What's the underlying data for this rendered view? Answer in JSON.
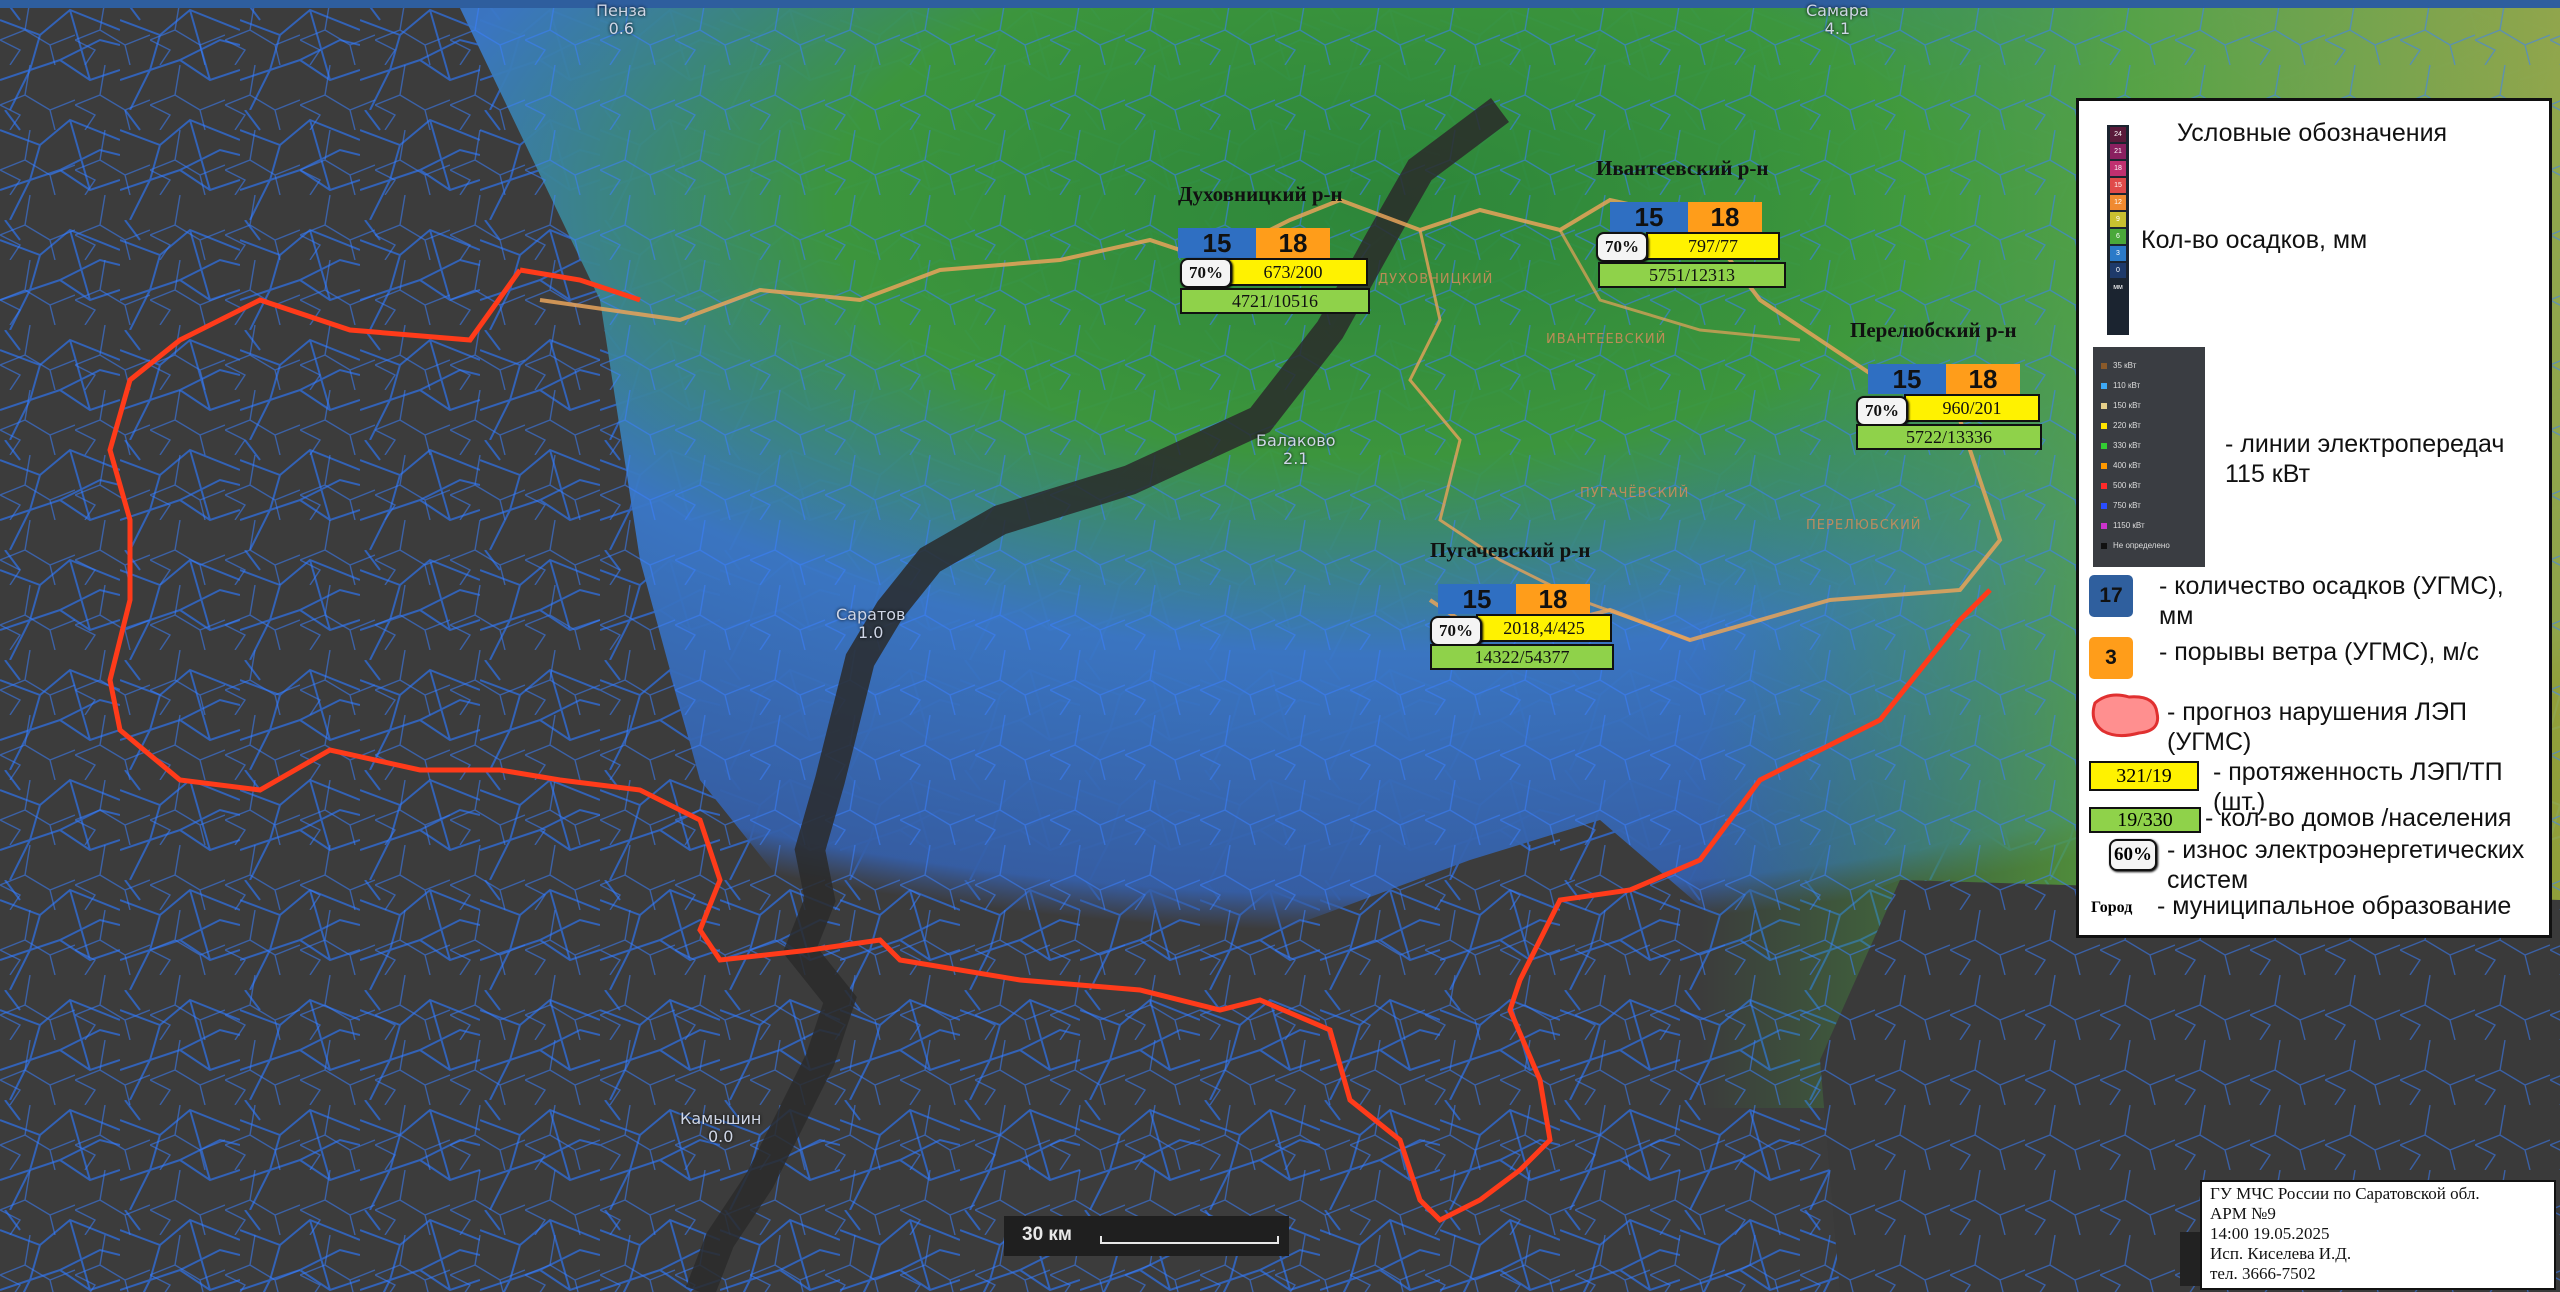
{
  "cities": [
    {
      "name": "Пенза",
      "value": "0.6"
    },
    {
      "name": "Самара",
      "value": "4.1"
    },
    {
      "name": "Балаково",
      "value": "2.1"
    },
    {
      "name": "Саратов",
      "value": "1.0"
    },
    {
      "name": "Камышин",
      "value": "0.0"
    }
  ],
  "map_labels": [
    "ДУХОВНИЦКИЙ",
    "ИВАНТЕЕВСКИЙ",
    "ПУГАЧЁВСКИЙ",
    "ПЕРЕЛЮБСКИЙ"
  ],
  "districts": [
    {
      "name": "Духовницкий р-н",
      "precip": "15",
      "wind": "18",
      "wear": "70%",
      "lep_tp": "673/200",
      "houses_pop": "4721/10516"
    },
    {
      "name": "Ивантеевский р-н",
      "precip": "15",
      "wind": "18",
      "wear": "70%",
      "lep_tp": "797/77",
      "houses_pop": "5751/12313"
    },
    {
      "name": "Перелюбский р-н",
      "precip": "15",
      "wind": "18",
      "wear": "70%",
      "lep_tp": "960/201",
      "houses_pop": "5722/13336"
    },
    {
      "name": "Пугачевский р-н",
      "precip": "15",
      "wind": "18",
      "wear": "70%",
      "lep_tp": "2018,4/425",
      "houses_pop": "14322/54377"
    }
  ],
  "legend": {
    "title": "Условные обозначения",
    "precip_scale": [
      "24",
      "21",
      "18",
      "15",
      "12",
      "9",
      "6",
      "3",
      "0",
      "мм"
    ],
    "precip_label": "Кол-во осадков, мм",
    "lep_classes": [
      {
        "label": "35 кВт",
        "color": "#8a5a2a"
      },
      {
        "label": "110 кВт",
        "color": "#3fa9f5"
      },
      {
        "label": "150 кВт",
        "color": "#e6d08a"
      },
      {
        "label": "220 кВт",
        "color": "#ffe600"
      },
      {
        "label": "330 кВт",
        "color": "#33cc33"
      },
      {
        "label": "400 кВт",
        "color": "#ff9900"
      },
      {
        "label": "500 кВт",
        "color": "#ff2a2a"
      },
      {
        "label": "750 кВт",
        "color": "#2a4dff"
      },
      {
        "label": "1150 кВт",
        "color": "#cc33cc"
      },
      {
        "label": "Не определено",
        "color": "#111111"
      }
    ],
    "lep_label_1": "- линии электропередач",
    "lep_label_2": "115 кВт",
    "precip_sample": "17",
    "precip_item_1": "- количество осадков (УГМС),",
    "precip_item_2": "мм",
    "wind_sample": "3",
    "wind_item": "- порывы ветра (УГМС), м/с",
    "forecast_item_1": "- прогноз нарушения ЛЭП",
    "forecast_item_2": "(УГМС)",
    "lep_sample": "321/19",
    "lep_item_1": "- протяженность ЛЭП/ТП",
    "lep_item_2": "(шт.)",
    "houses_sample": "19/330",
    "houses_item": "- кол-во домов /населения",
    "wear_sample": "60%",
    "wear_item_1": "- износ электроэнергетических",
    "wear_item_2": "систем",
    "town_sample": "Город",
    "town_item": "- муниципальное образование"
  },
  "scale_label": "30 км",
  "info": {
    "line1": "ГУ МЧС России по Саратовской обл.",
    "line2": "АРМ №9",
    "line3": "14:00  19.05.2025",
    "line4": "Исп. Киселева И.Д.",
    "line5": "тел. 3666-7502"
  },
  "colors": {
    "roads": "#2f6fe0",
    "border": "#ff3b1a",
    "district_border": "#e8a35a",
    "precip_high": "#2f9a3a",
    "precip_low": "#3a78c8"
  }
}
